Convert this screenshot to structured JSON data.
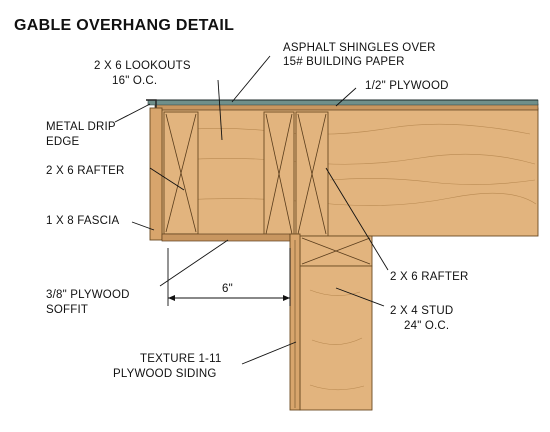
{
  "title": "GABLE OVERHANG DETAIL",
  "labels": {
    "lookouts_1": "2 X 6 LOOKOUTS",
    "lookouts_2": "16\" O.C.",
    "shingles_1": "ASPHALT SHINGLES OVER",
    "shingles_2": "15# BUILDING PAPER",
    "plywood": "1/2\" PLYWOOD",
    "drip_1": "METAL DRIP",
    "drip_2": "EDGE",
    "rafter_left": "2 X 6 RAFTER",
    "fascia": "1 X 8 FASCIA",
    "soffit_1": "3/8\" PLYWOOD",
    "soffit_2": "SOFFIT",
    "dimension": "6\"",
    "rafter_right": "2 X 6 RAFTER",
    "stud_1": "2 X 4 STUD",
    "stud_2": "24\" O.C.",
    "siding_1": "TEXTURE 1-11",
    "siding_2": "PLYWOOD SIDING"
  },
  "colors": {
    "wood": "#e2b47e",
    "shingle": "#6f8f8a",
    "ink": "#111111"
  }
}
